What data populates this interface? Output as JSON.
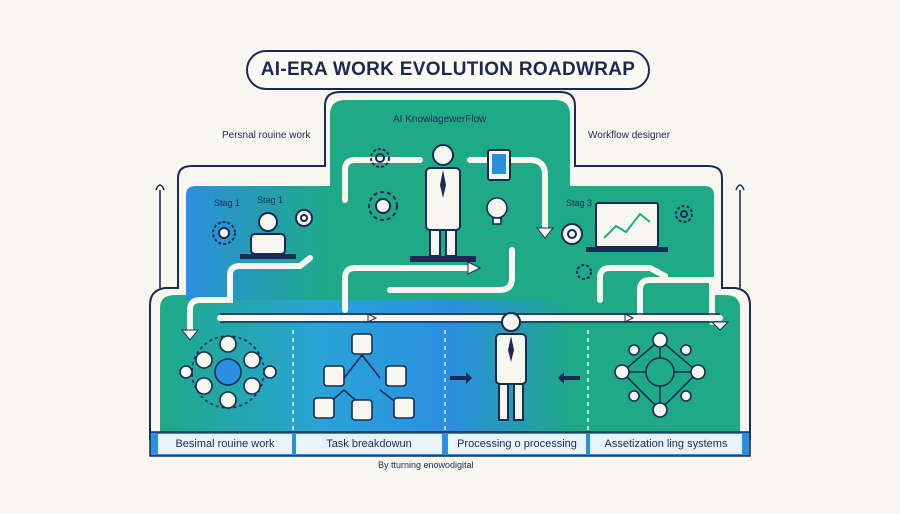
{
  "title": "AI-ERA WORK EVOLUTION ROADWRAP",
  "top_center_label": "AI KnowlagewerFlow",
  "top_left_label": "Persnal rouine work",
  "top_right_label": "Workflow designer",
  "stage_labels": {
    "stage_a": "Stag 1",
    "stage_b": "Stag 1",
    "stage_c": "Stag 3"
  },
  "bottom_bar": {
    "items": [
      {
        "label": "Besimal rouine work"
      },
      {
        "label": "Task breakdowun"
      },
      {
        "label": "Processing o processing"
      },
      {
        "label": "Assetization ling systems"
      }
    ]
  },
  "footer": "By tturning enowodigital",
  "colors": {
    "navy": "#1b2a55",
    "green": "#1eaa86",
    "blue": "#2b8fe0",
    "background": "#f7f6ef"
  }
}
